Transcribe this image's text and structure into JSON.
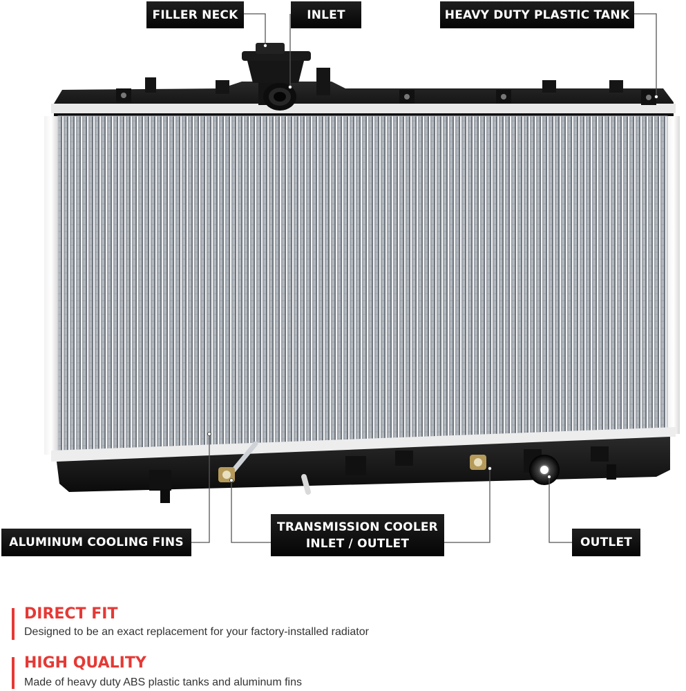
{
  "callouts": {
    "filler_neck": "FILLER NECK",
    "inlet": "INLET",
    "heavy_duty_tank": "HEAVY DUTY PLASTIC TANK",
    "aluminum_fins": "ALUMINUM COOLING FINS",
    "trans_cooler_line1": "TRANSMISSION COOLER",
    "trans_cooler_line2": "INLET / OUTLET",
    "outlet": "OUTLET"
  },
  "features": [
    {
      "title": "DIRECT FIT",
      "description": "Designed to be an exact replacement for your factory-installed radiator"
    },
    {
      "title": "HIGH QUALITY",
      "description": "Made of heavy duty ABS plastic tanks and aluminum fins"
    }
  ],
  "colors": {
    "accent_red": "#e53935",
    "callout_bg": "#111111",
    "callout_text": "#ffffff",
    "leader_line": "#555555"
  }
}
